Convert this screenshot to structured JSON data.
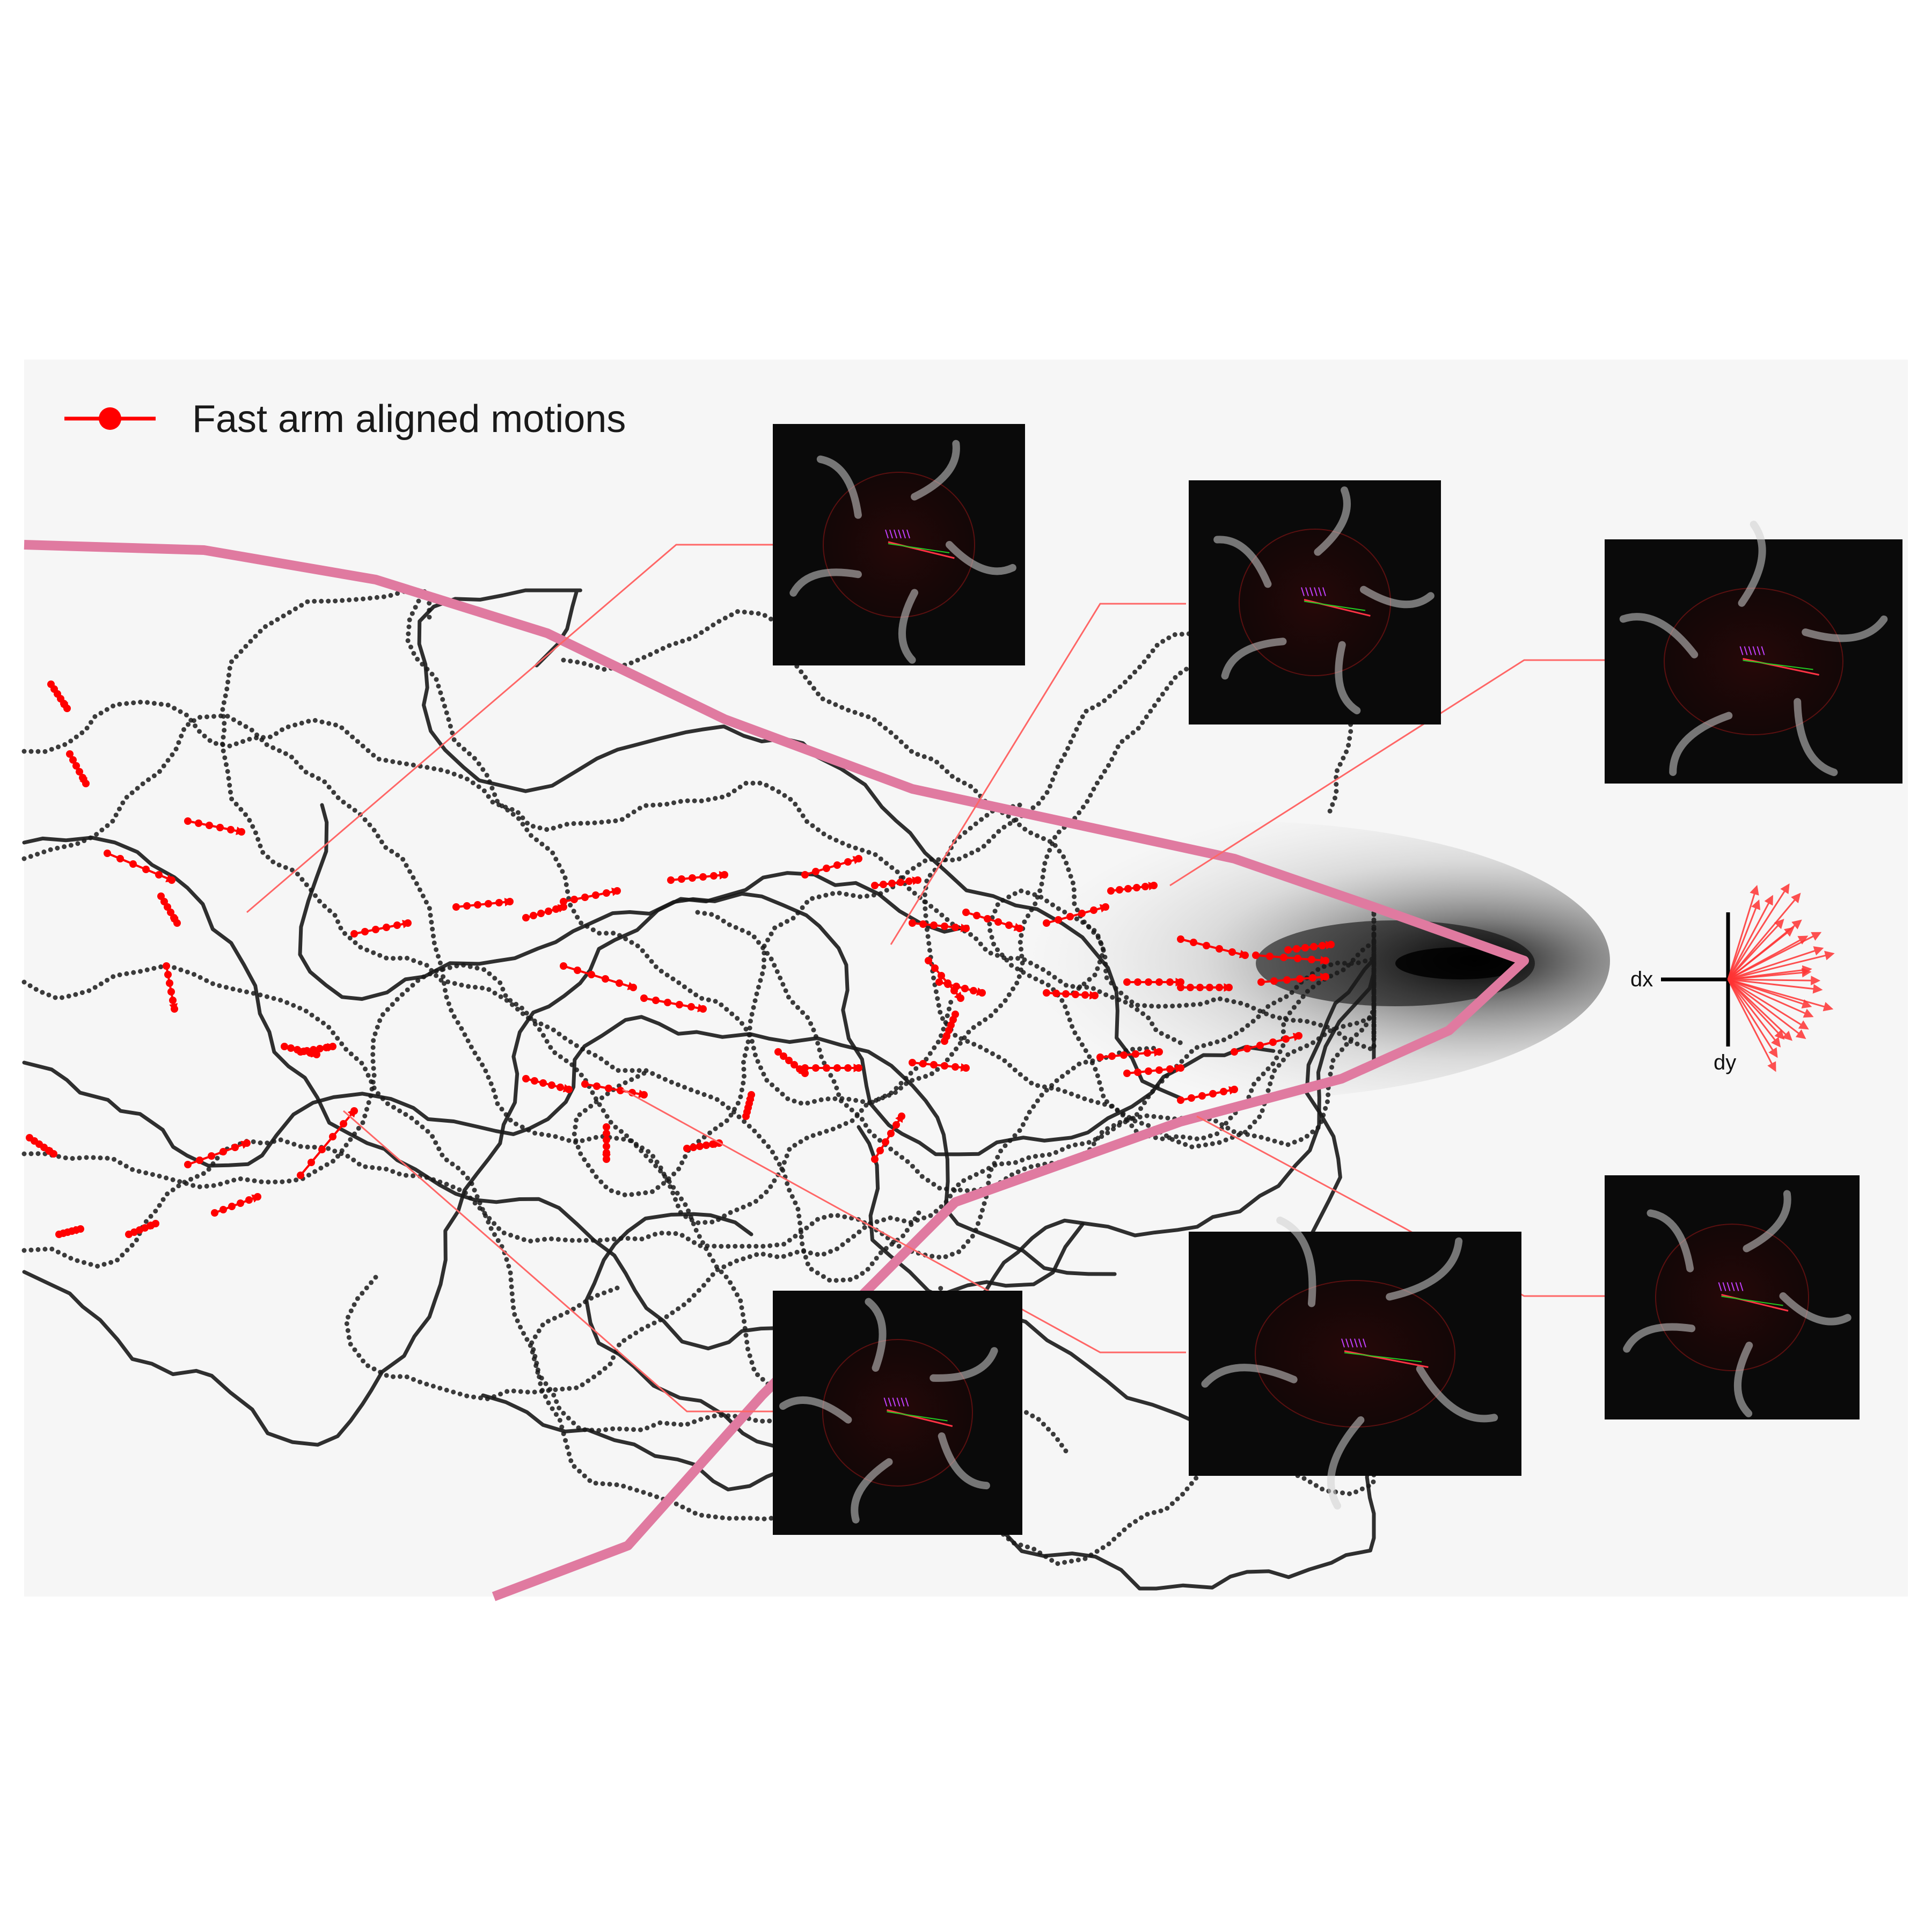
{
  "legend": {
    "label": "Fast arm aligned motions",
    "color": "#ff0000"
  },
  "direction_key": {
    "x_label": "dx",
    "y_label": "dy",
    "arrow_color": "#ff0000"
  },
  "boundary": {
    "color": "#e07aa0"
  },
  "colors": {
    "track": "#1a1a1a",
    "fast_motion": "#ff0000",
    "leader_line": "#ff6666",
    "inset_background": "#0a0a0a",
    "plume": "#000000"
  },
  "insets": [
    {
      "id": "inset-1"
    },
    {
      "id": "inset-2"
    },
    {
      "id": "inset-3"
    },
    {
      "id": "inset-4"
    },
    {
      "id": "inset-5"
    },
    {
      "id": "inset-6"
    }
  ]
}
